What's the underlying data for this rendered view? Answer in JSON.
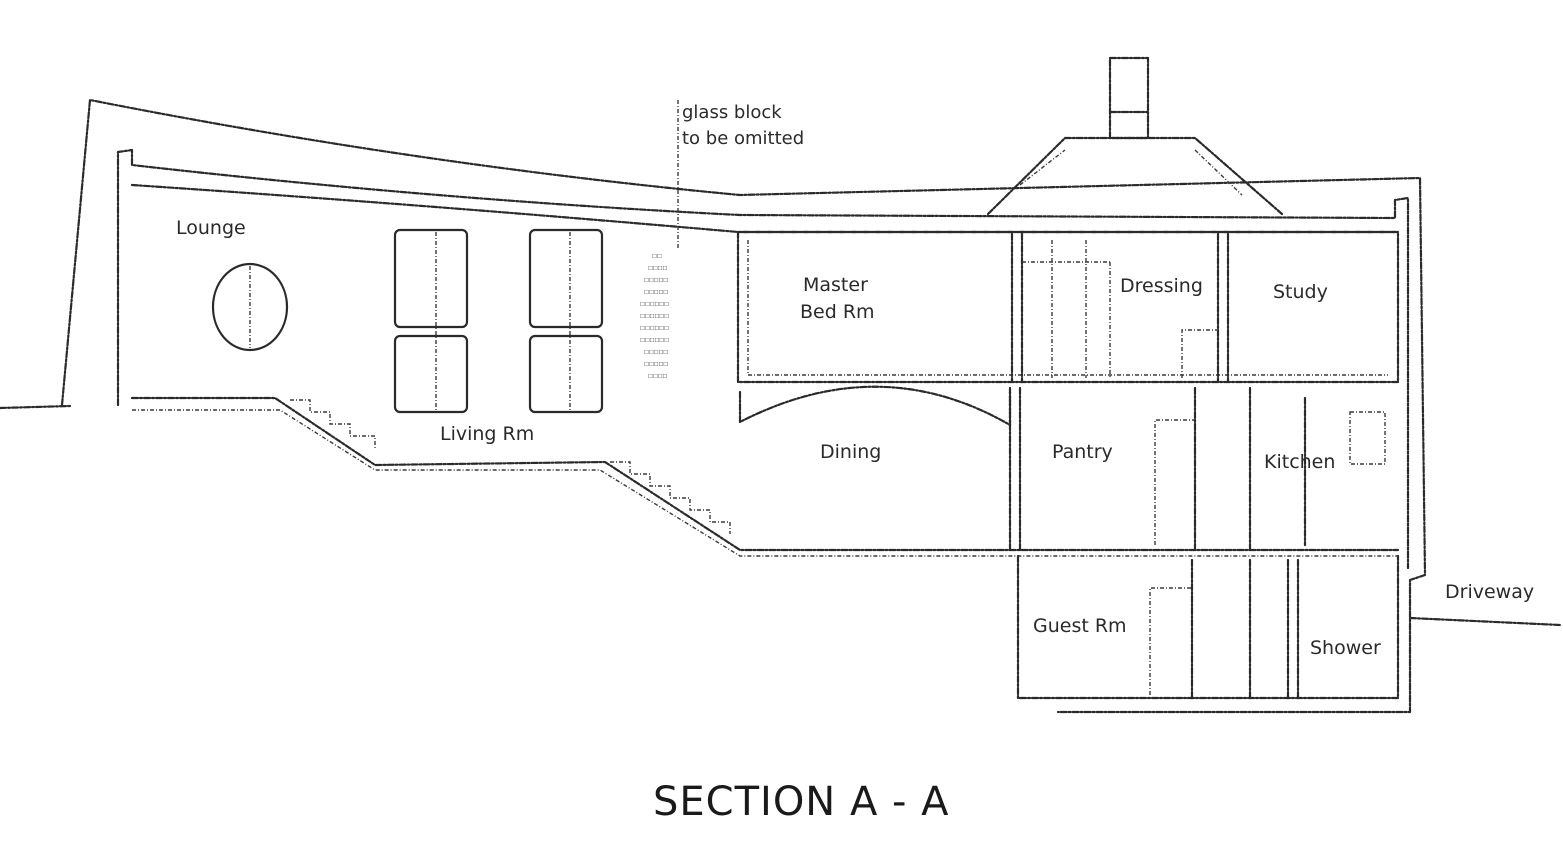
{
  "title": "SECTION A - A",
  "note": [
    "glass block",
    "to be omitted"
  ],
  "rooms": {
    "lounge": "Lounge",
    "living": "Living Rm",
    "master": [
      "Master",
      "Bed Rm"
    ],
    "dressing": "Dressing",
    "study": "Study",
    "dining": "Dining",
    "pantry": "Pantry",
    "kitchen": "Kitchen",
    "guest": "Guest Rm",
    "shower": "Shower"
  },
  "driveway": "Driveway",
  "colors": {
    "line": "#2a2a2a",
    "background": "#ffffff"
  }
}
